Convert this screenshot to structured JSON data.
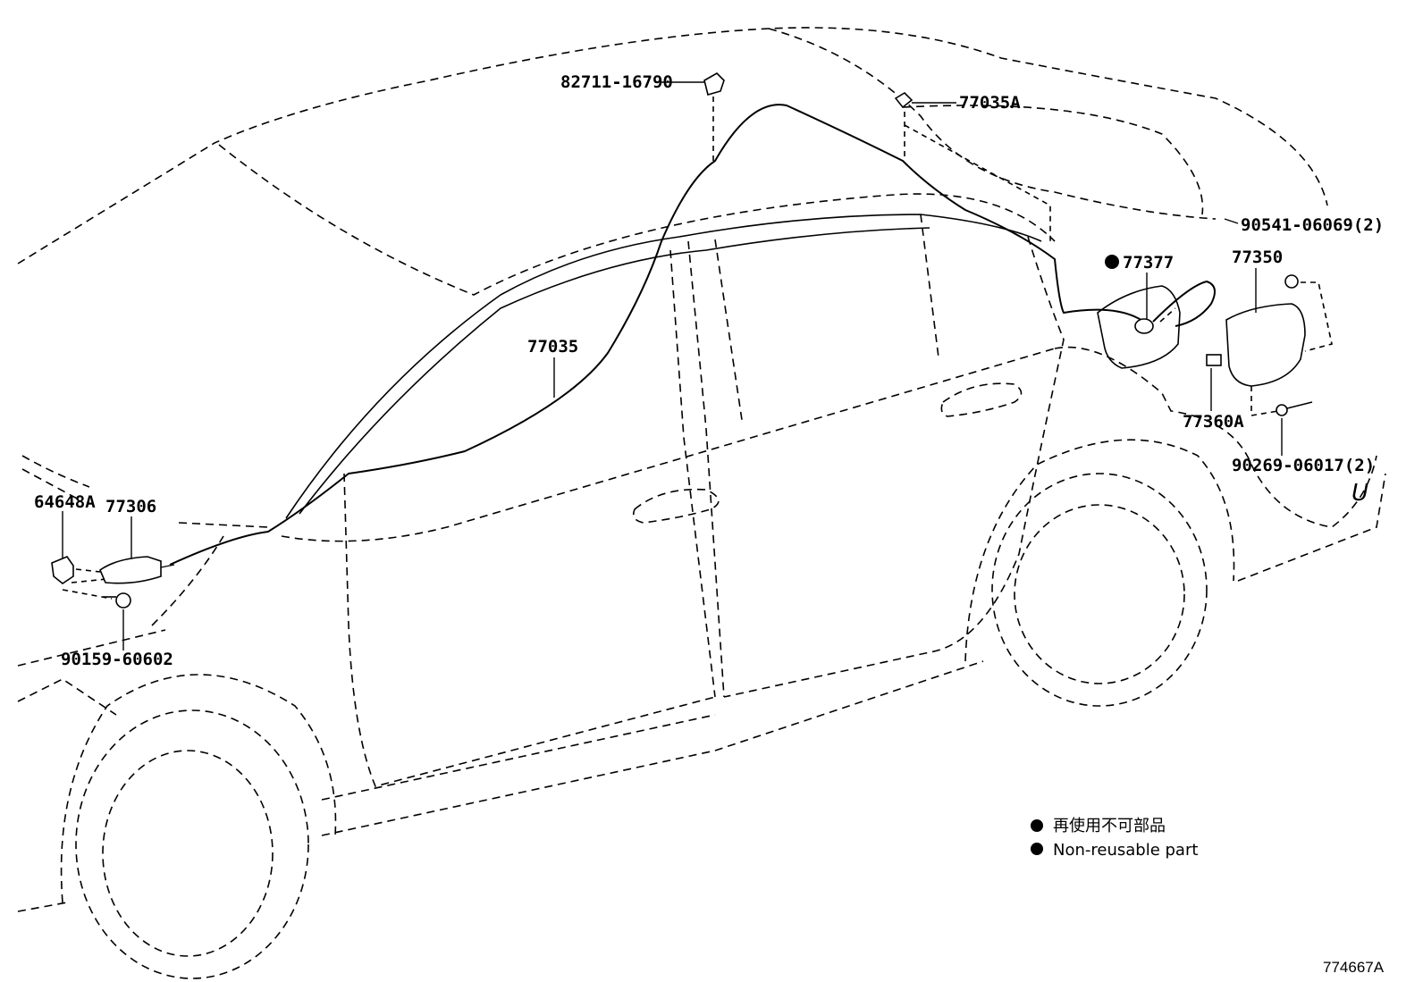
{
  "parts": {
    "p82711": {
      "label": "82711-16790"
    },
    "p77035A": {
      "label": "77035A"
    },
    "p90541": {
      "label": "90541-06069(2)"
    },
    "p77377": {
      "label": "77377",
      "non_reusable": true
    },
    "p77350": {
      "label": "77350"
    },
    "p77035": {
      "label": "77035"
    },
    "p77360A": {
      "label": "77360A"
    },
    "p90269": {
      "label": "90269-06017(2)"
    },
    "p64648A": {
      "label": "64648A"
    },
    "p77306": {
      "label": "77306"
    },
    "p90159": {
      "label": "90159-60602"
    }
  },
  "legend": {
    "line_jp": "再使用不可部品",
    "line_en": "Non-reusable part"
  },
  "figure_id": "774667A",
  "corner_mark": "U"
}
